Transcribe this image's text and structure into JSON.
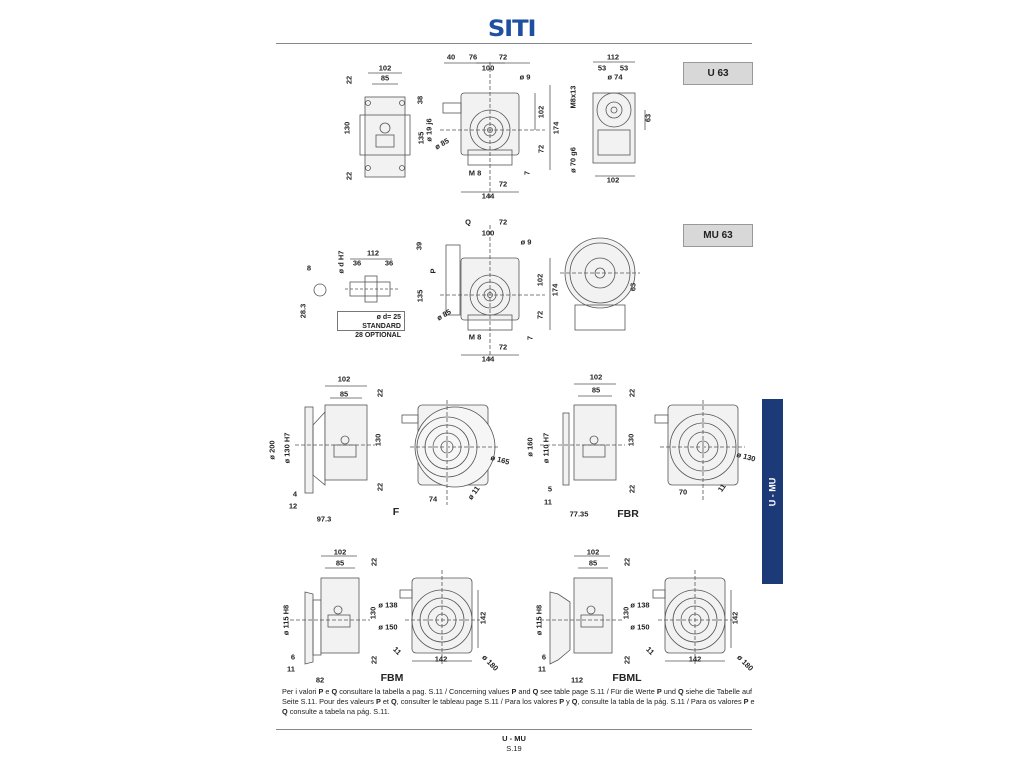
{
  "header": {
    "logo": "SITI"
  },
  "badges": {
    "u63": "U 63",
    "mu63": "MU 63"
  },
  "side_tab": "U - MU",
  "option_box": {
    "line1": "ø d= 25 STANDARD",
    "line2": "28 OPTIONAL"
  },
  "labels": {
    "u63": [
      "102",
      "85",
      "22",
      "130",
      "22",
      "40",
      "76",
      "72",
      "100",
      "ø 9",
      "38",
      "135",
      "ø 19 j6",
      "ø 85",
      "102",
      "174",
      "72",
      "7",
      "M 8",
      "72",
      "144",
      "112",
      "53",
      "53",
      "ø 74",
      "M8x13",
      "63",
      "ø 70 g6",
      "102"
    ],
    "mu63": [
      "8",
      "ø d H7",
      "112",
      "36",
      "36",
      "28.3",
      "Q",
      "72",
      "100",
      "ø 9",
      "39",
      "P",
      "135",
      "ø 85",
      "102",
      "174",
      "72",
      "7",
      "M 8",
      "72",
      "144",
      "63"
    ],
    "f": [
      "102",
      "85",
      "22",
      "130",
      "22",
      "ø 200",
      "ø 130 H7",
      "4",
      "12",
      "97.3",
      "F",
      "ø 165",
      "ø 11",
      "74"
    ],
    "fbr": [
      "102",
      "85",
      "22",
      "130",
      "22",
      "ø 160",
      "ø 110 H7",
      "5",
      "11",
      "77.35",
      "FBR",
      "ø 130",
      "11",
      "70"
    ],
    "fbm": [
      "102",
      "85",
      "22",
      "130",
      "22",
      "ø 115 H8",
      "6",
      "11",
      "82",
      "FBM",
      "ø 138",
      "ø 150",
      "142",
      "142",
      "ø 180",
      "11"
    ],
    "fbml": [
      "102",
      "85",
      "22",
      "130",
      "22",
      "ø 115 H8",
      "6",
      "11",
      "112",
      "FBML",
      "ø 138",
      "ø 150",
      "142",
      "142",
      "ø 180",
      "11"
    ]
  },
  "note": {
    "p1": "Per i valori ",
    "P": "P",
    "e1": " e ",
    "Q": "Q",
    "p2": " consultare la tabella a pag. S.11 / Concerning values ",
    "and": " and ",
    "p3": " see table page S.11 / Für die Werte ",
    "und": " und ",
    "p4": " siehe die Tabelle auf Seite S.11. Pour des valeurs ",
    "et": " et ",
    "p5": ", consulter le tableau page S.11 / Para los valores ",
    "y": " y ",
    "p6": ", consulte la tabla de la pág. S.11 / Para os valores ",
    "e2": " e ",
    "p7": " consulte a tabela na pág. S.11."
  },
  "footer": {
    "section": "U - MU",
    "page": "S.19"
  }
}
